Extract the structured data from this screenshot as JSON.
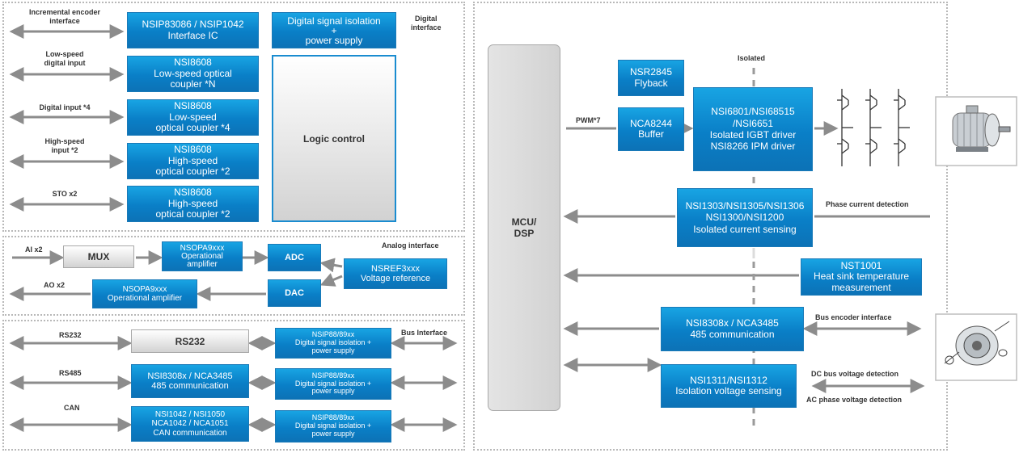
{
  "digital_interface": {
    "title": "Digital\ninterface",
    "labels": {
      "encoder": "Incremental encoder\ninterface",
      "low_speed": "Low-speed\ndigital input",
      "digital4": "Digital input *4",
      "high_speed": "High-speed\ninput *2",
      "sto": "STO x2"
    },
    "boxes": {
      "nsip": [
        "NSIP83086 / NSIP1042",
        "Interface IC"
      ],
      "nsi8608_a": [
        "NSI8608",
        "Low-speed optical",
        "coupler *N"
      ],
      "nsi8608_b": [
        "NSI8608",
        "Low-speed",
        "optical coupler *4"
      ],
      "nsi8608_c": [
        "NSI8608",
        "High-speed",
        "optical coupler *2"
      ],
      "nsi8608_d": [
        "NSI8608",
        "High-speed",
        "optical coupler *2"
      ],
      "dsi": [
        "Digital signal isolation",
        "+",
        "power supply"
      ],
      "logic": "Logic control"
    }
  },
  "analog_interface": {
    "title": "Analog interface",
    "labels": {
      "ai": "AI x2",
      "ao": "AO x2"
    },
    "boxes": {
      "mux": "MUX",
      "opamp_in": [
        "NSOPA9xxx",
        "Operational",
        "amplifier"
      ],
      "adc": "ADC",
      "dac": "DAC",
      "vref": [
        "NSREF3xxx",
        "Voltage reference"
      ],
      "opamp_out": [
        "NSOPA9xxx",
        "Operational  amplifier"
      ]
    }
  },
  "bus_interface": {
    "title": "Bus Interface",
    "labels": {
      "rs232": "RS232",
      "rs485": "RS485",
      "can": "CAN"
    },
    "boxes": {
      "rs232": "RS232",
      "rs485": [
        "NSI8308x  / NCA3485",
        "485 communication"
      ],
      "can": [
        "NSI1042  / NSI1050",
        "NCA1042  / NCA1051",
        "CAN  communication"
      ],
      "iso1": [
        "NSIP88/89xx",
        "Digital signal isolation +",
        "power supply"
      ],
      "iso2": [
        "NSIP88/89xx",
        "Digital signal isolation +",
        "power supply"
      ],
      "iso3": [
        "NSIP88/89xx",
        "Digital signal isolation +",
        "power supply"
      ]
    }
  },
  "power_stage": {
    "mcu": [
      "MCU/",
      "DSP"
    ],
    "pwm_label": "PWM*7",
    "isolated_label": "Isolated",
    "boxes": {
      "nsr2845": [
        "NSR2845",
        "Flyback"
      ],
      "nca8244": [
        "NCA8244",
        "Buffer"
      ],
      "driver": [
        "NSI6801/NSI68515",
        "/NSI6651",
        "Isolated IGBT driver",
        "NSI8266 IPM driver"
      ],
      "current": [
        "NSI1303/NSI1305/NSI1306",
        "NSI1300/NSI1200",
        "Isolated current sensing"
      ],
      "nst1001": [
        "NST1001",
        "Heat sink temperature",
        "measurement"
      ],
      "rs485": [
        "NSI8308x / NCA3485",
        "485 communication"
      ],
      "voltage": [
        "NSI1311/NSI1312",
        "Isolation voltage sensing"
      ]
    },
    "labels": {
      "phase_current": "Phase current  detection",
      "bus_encoder": "Bus encoder  interface",
      "dc_bus": "DC bus  voltage detection",
      "ac_phase": "AC phase voltage detection"
    }
  },
  "colors": {
    "accent": "#0a7fc7",
    "frame": "#b8b8b8",
    "wire": "#8c8c8c"
  }
}
